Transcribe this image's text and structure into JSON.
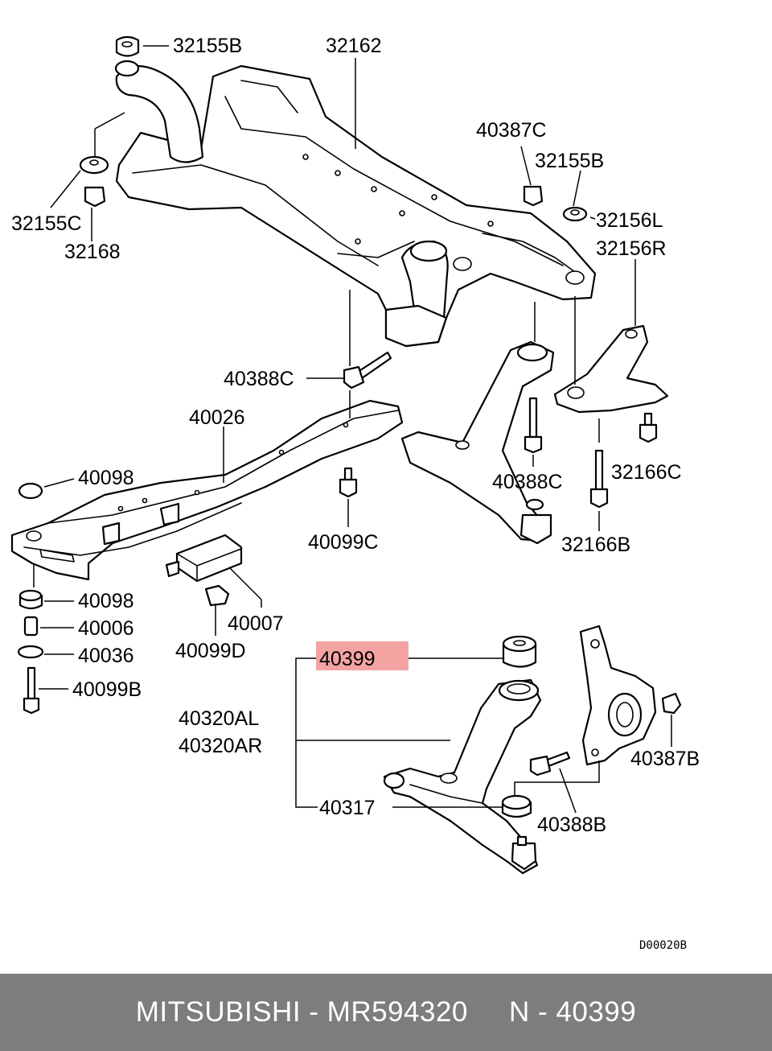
{
  "diagram": {
    "labels": {
      "l32155B_top": "32155B",
      "l32162": "32162",
      "l40387C": "40387C",
      "l32155B_right": "32155B",
      "l32156L": "32156L",
      "l32156R": "32156R",
      "l32155C": "32155C",
      "l32168": "32168",
      "l40388C_left": "40388C",
      "l40026": "40026",
      "l40098_top": "40098",
      "l40099C": "40099C",
      "l40388C_right": "40388C",
      "l32166C": "32166C",
      "l32166B": "32166B",
      "l40098_bottom": "40098",
      "l40006": "40006",
      "l40036": "40036",
      "l40099B": "40099B",
      "l40007": "40007",
      "l40099D": "40099D",
      "l40399": "40399",
      "l40320AL": "40320AL",
      "l40320AR": "40320AR",
      "l40317": "40317",
      "l40387B": "40387B",
      "l40388B": "40388B"
    },
    "highlight_color": "#f4a3a3",
    "diagram_code": "D00020B"
  },
  "footer": {
    "text": "MITSUBISHI - MR594320     N - 40399",
    "background": "#7d7d7d"
  }
}
